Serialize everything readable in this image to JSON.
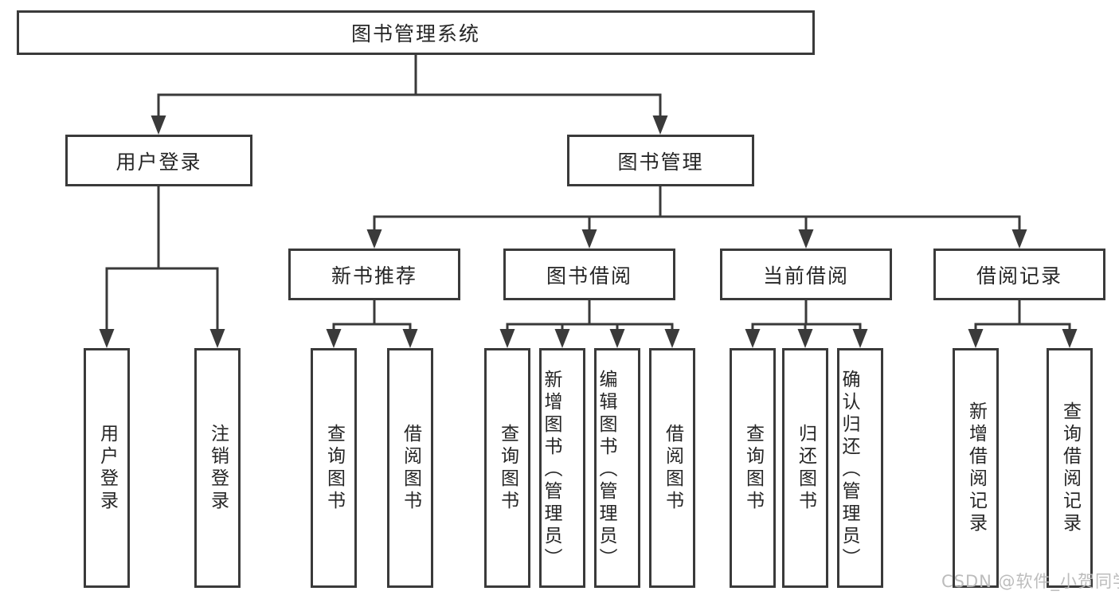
{
  "diagram": {
    "type": "hierarchy-tree",
    "nodes": {
      "root": "图书管理系统",
      "level1": [
        "用户登录",
        "图书管理"
      ],
      "level2": [
        "新书推荐",
        "图书借阅",
        "当前借阅",
        "借阅记录"
      ],
      "leaves": {
        "user_login": [
          "用户登录",
          "注销登录"
        ],
        "new_books": [
          "查询图书",
          "借阅图书"
        ],
        "book_borrow": [
          "查询图书",
          "新增图书（管理员）",
          "编辑图书（管理员）",
          "借阅图书"
        ],
        "current_borrow": [
          "查询图书",
          "归还图书",
          "确认归还（管理员）"
        ],
        "borrow_records": [
          "新增借阅记录",
          "查询借阅记录"
        ]
      }
    },
    "edges": [
      {
        "from": "图书管理系统",
        "to": "用户登录"
      },
      {
        "from": "图书管理系统",
        "to": "图书管理"
      },
      {
        "from": "用户登录",
        "to": "用户登录(叶)"
      },
      {
        "from": "用户登录",
        "to": "注销登录"
      },
      {
        "from": "图书管理",
        "to": "新书推荐"
      },
      {
        "from": "图书管理",
        "to": "图书借阅"
      },
      {
        "from": "图书管理",
        "to": "当前借阅"
      },
      {
        "from": "图书管理",
        "to": "借阅记录"
      },
      {
        "from": "新书推荐",
        "to": "查询图书"
      },
      {
        "from": "新书推荐",
        "to": "借阅图书"
      },
      {
        "from": "图书借阅",
        "to": "查询图书"
      },
      {
        "from": "图书借阅",
        "to": "新增图书（管理员）"
      },
      {
        "from": "图书借阅",
        "to": "编辑图书（管理员）"
      },
      {
        "from": "图书借阅",
        "to": "借阅图书"
      },
      {
        "from": "当前借阅",
        "to": "查询图书"
      },
      {
        "from": "当前借阅",
        "to": "归还图书"
      },
      {
        "from": "当前借阅",
        "to": "确认归还（管理员）"
      },
      {
        "from": "借阅记录",
        "to": "新增借阅记录"
      },
      {
        "from": "借阅记录",
        "to": "查询借阅记录"
      }
    ],
    "colors": {
      "line": "#3a3a3a",
      "box_border": "#3a3a3a",
      "box_fill": "#ffffff",
      "text": "#262626",
      "background": "#ffffff",
      "watermark": "#b8b8b8"
    }
  },
  "watermark": {
    "text": "CSDN @软件_小贺同学"
  }
}
